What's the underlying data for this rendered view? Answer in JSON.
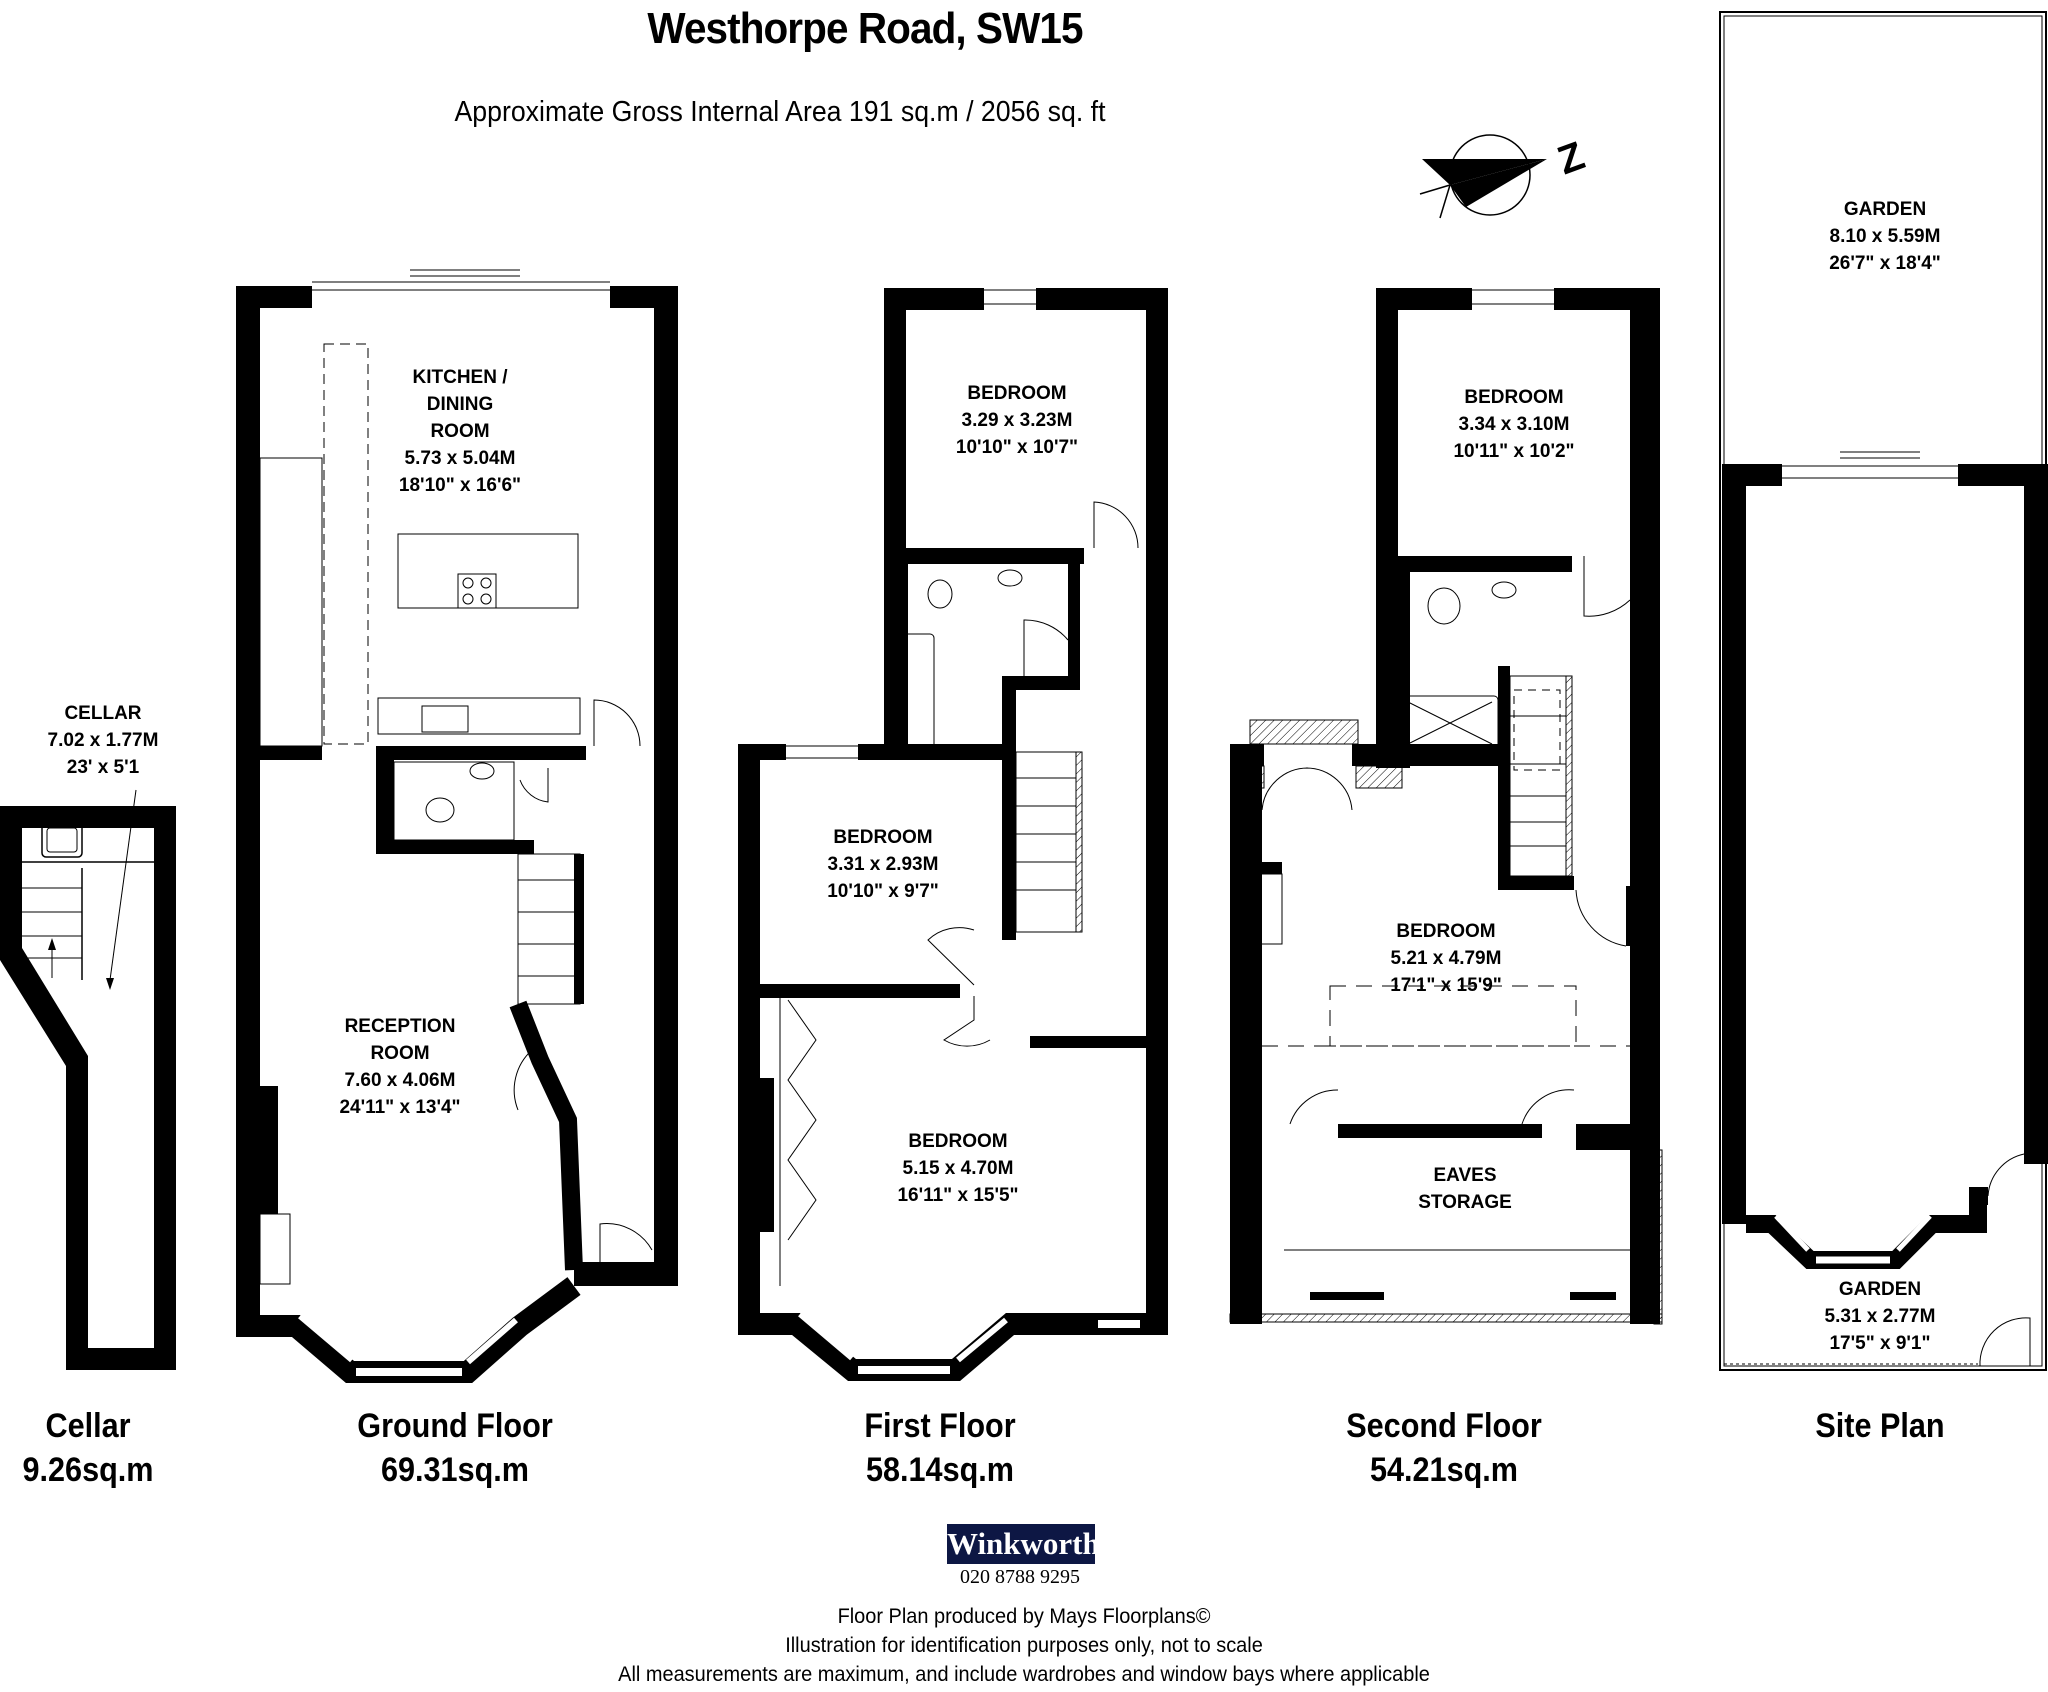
{
  "header": {
    "title": "Westhorpe Road, SW15",
    "subtitle": "Approximate Gross Internal Area 191 sq.m  /  2056 sq. ft"
  },
  "compass": {
    "icon": "north-arrow-icon",
    "label": "N"
  },
  "rooms": {
    "cellar": {
      "name": "CELLAR",
      "metric": "7.02 x 1.77M",
      "imperial": "23' x 5'1"
    },
    "kitchen": {
      "name_line1": "KITCHEN /",
      "name_line2": "DINING",
      "name_line3": "ROOM",
      "metric": "5.73 x 5.04M",
      "imperial": "18'10\" x 16'6\""
    },
    "reception": {
      "name_line1": "RECEPTION",
      "name_line2": "ROOM",
      "metric": "7.60 x 4.06M",
      "imperial": "24'11\" x 13'4\""
    },
    "first_bed_rear": {
      "name": "BEDROOM",
      "metric": "3.29 x 3.23M",
      "imperial": "10'10\" x 10'7\""
    },
    "first_bed_middle": {
      "name": "BEDROOM",
      "metric": "3.31 x 2.93M",
      "imperial": "10'10\" x 9'7\""
    },
    "first_bed_front": {
      "name": "BEDROOM",
      "metric": "5.15 x 4.70M",
      "imperial": "16'11\" x 15'5\""
    },
    "second_bed_rear": {
      "name": "BEDROOM",
      "metric": "3.34 x 3.10M",
      "imperial": "10'11\" x 10'2\""
    },
    "second_bed_main": {
      "name": "BEDROOM",
      "metric": "5.21 x 4.79M",
      "imperial": "17'1\" x 15'9\""
    },
    "eaves": {
      "name_line1": "EAVES",
      "name_line2": "STORAGE"
    },
    "garden_rear": {
      "name": "GARDEN",
      "metric": "8.10 x 5.59M",
      "imperial": "26'7\" x 18'4\""
    },
    "garden_front": {
      "name": "GARDEN",
      "metric": "5.31 x 2.77M",
      "imperial": "17'5\" x 9'1\""
    }
  },
  "floors": [
    {
      "name": "Cellar",
      "area": "9.26sq.m"
    },
    {
      "name": "Ground Floor",
      "area": "69.31sq.m"
    },
    {
      "name": "First Floor",
      "area": "58.14sq.m"
    },
    {
      "name": "Second Floor",
      "area": "54.21sq.m"
    },
    {
      "name": "Site Plan",
      "area": ""
    }
  ],
  "agent": {
    "name": "Winkworth",
    "phone": "020 8788 9295",
    "brand_color": "#0d1744"
  },
  "footer": {
    "line1": "Floor Plan produced by Mays Floorplans©",
    "line2": "Illustration for identification purposes only, not to scale",
    "line3": "All measurements are maximum, and include wardrobes and window bays where applicable"
  }
}
